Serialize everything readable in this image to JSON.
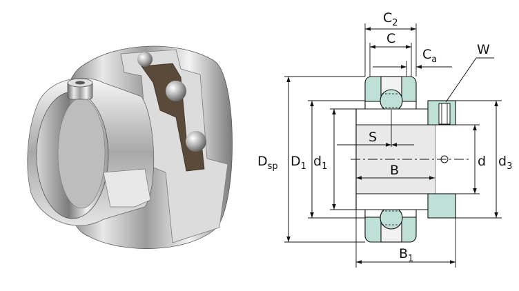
{
  "labels": {
    "C2": {
      "main": "C",
      "sub": "2"
    },
    "C": {
      "main": "C"
    },
    "Ca": {
      "main": "C",
      "sub": "a"
    },
    "W": {
      "main": "W"
    },
    "Dsp": {
      "main": "D",
      "sub": "sp"
    },
    "D1": {
      "main": "D",
      "sub": "1"
    },
    "d1": {
      "main": "d",
      "sub": "1"
    },
    "S": {
      "main": "S"
    },
    "B": {
      "main": "B"
    },
    "d": {
      "main": "d"
    },
    "d3": {
      "main": "d",
      "sub": "3"
    },
    "B1": {
      "main": "B",
      "sub": "1"
    }
  },
  "colors": {
    "seal": "#bfe0d6",
    "steel_light": "#f2f2f2",
    "steel_mid": "#b9b9b9",
    "steel_dark": "#6f6f6f",
    "cage": "#5a4a3a",
    "ink": "#111111"
  }
}
